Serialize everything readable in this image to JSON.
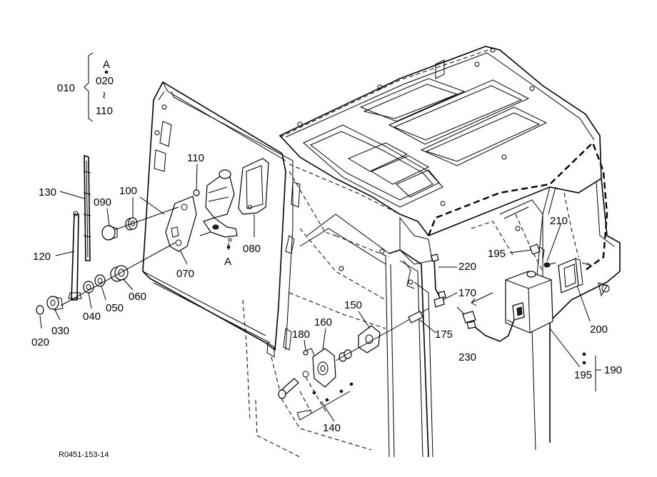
{
  "figure_code": "R0451-153-14",
  "bracket_group": {
    "label": "010",
    "top": "A",
    "first": "020",
    "range_symbol": "≀",
    "last": "110"
  },
  "callouts": [
    {
      "id": "p130",
      "text": "130"
    },
    {
      "id": "p090",
      "text": "090"
    },
    {
      "id": "p100",
      "text": "100"
    },
    {
      "id": "p110",
      "text": "110"
    },
    {
      "id": "p080",
      "text": "080"
    },
    {
      "id": "pA",
      "text": "A"
    },
    {
      "id": "p070",
      "text": "070"
    },
    {
      "id": "p120",
      "text": "120"
    },
    {
      "id": "p060",
      "text": "060"
    },
    {
      "id": "p050",
      "text": "050"
    },
    {
      "id": "p040",
      "text": "040"
    },
    {
      "id": "p030",
      "text": "030"
    },
    {
      "id": "p020",
      "text": "020"
    },
    {
      "id": "p210",
      "text": "210"
    },
    {
      "id": "p195a",
      "text": "195"
    },
    {
      "id": "p220",
      "text": "220"
    },
    {
      "id": "p170",
      "text": "170"
    },
    {
      "id": "p150",
      "text": "150"
    },
    {
      "id": "p160",
      "text": "160"
    },
    {
      "id": "p180",
      "text": "180"
    },
    {
      "id": "p175",
      "text": "175"
    },
    {
      "id": "p230",
      "text": "230"
    },
    {
      "id": "p200",
      "text": "200"
    },
    {
      "id": "p195b",
      "text": "195"
    },
    {
      "id": "p190",
      "text": "190"
    },
    {
      "id": "p140",
      "text": "140"
    }
  ]
}
